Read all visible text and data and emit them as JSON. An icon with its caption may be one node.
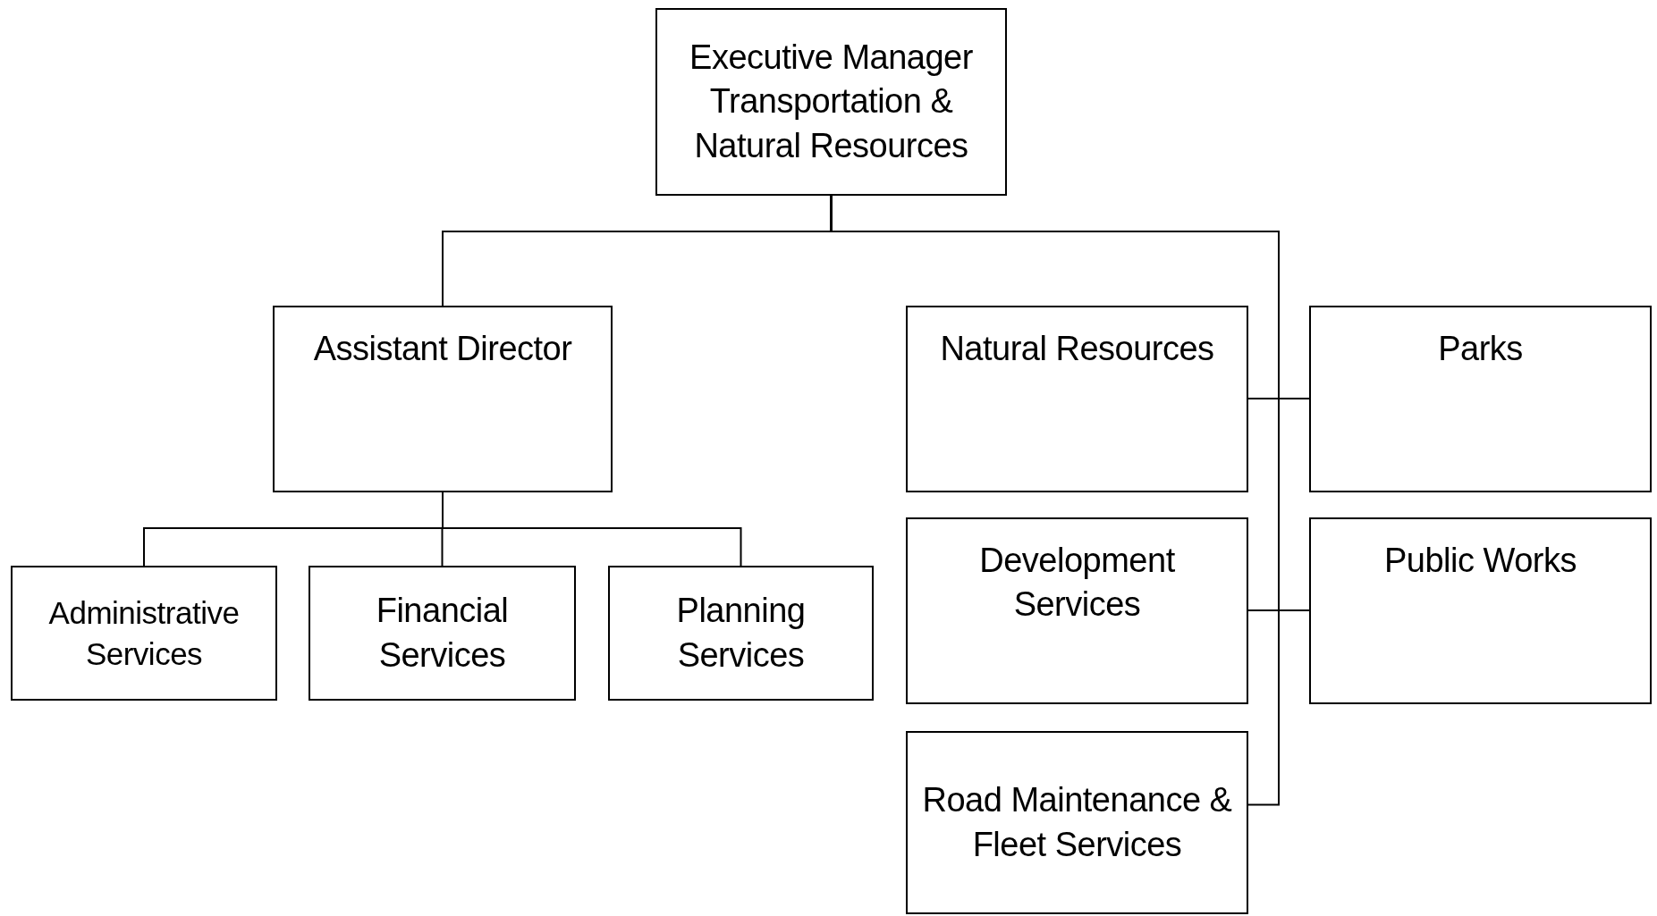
{
  "diagram": {
    "nodes": [
      {
        "text": [
          "Executive Manager Transportation & Natural Resources"
        ]
      },
      {
        "text": [
          "Assistant Director"
        ]
      },
      {
        "text": [
          "Administrative Services"
        ]
      },
      {
        "text": [
          "Financial Services"
        ]
      },
      {
        "text": [
          "Planning Services"
        ]
      },
      {
        "text": [
          "Natural Resources"
        ]
      },
      {
        "text": [
          "Parks"
        ]
      },
      {
        "text": [
          "Development Services"
        ]
      },
      {
        "text": [
          "Public Works"
        ]
      },
      {
        "text": [
          "Road Maintenance & Fleet Services"
        ]
      }
    ],
    "edges": [
      {
        "from": 0,
        "to": 1,
        "arrow": "none"
      },
      {
        "from": 0,
        "to": 5,
        "arrow": "none"
      },
      {
        "from": 0,
        "to": 6,
        "arrow": "none"
      },
      {
        "from": 0,
        "to": 7,
        "arrow": "none"
      },
      {
        "from": 0,
        "to": 8,
        "arrow": "none"
      },
      {
        "from": 0,
        "to": 9,
        "arrow": "none"
      },
      {
        "from": 1,
        "to": 2,
        "arrow": "none"
      },
      {
        "from": 1,
        "to": 3,
        "arrow": "none"
      },
      {
        "from": 1,
        "to": 4,
        "arrow": "none"
      }
    ]
  }
}
